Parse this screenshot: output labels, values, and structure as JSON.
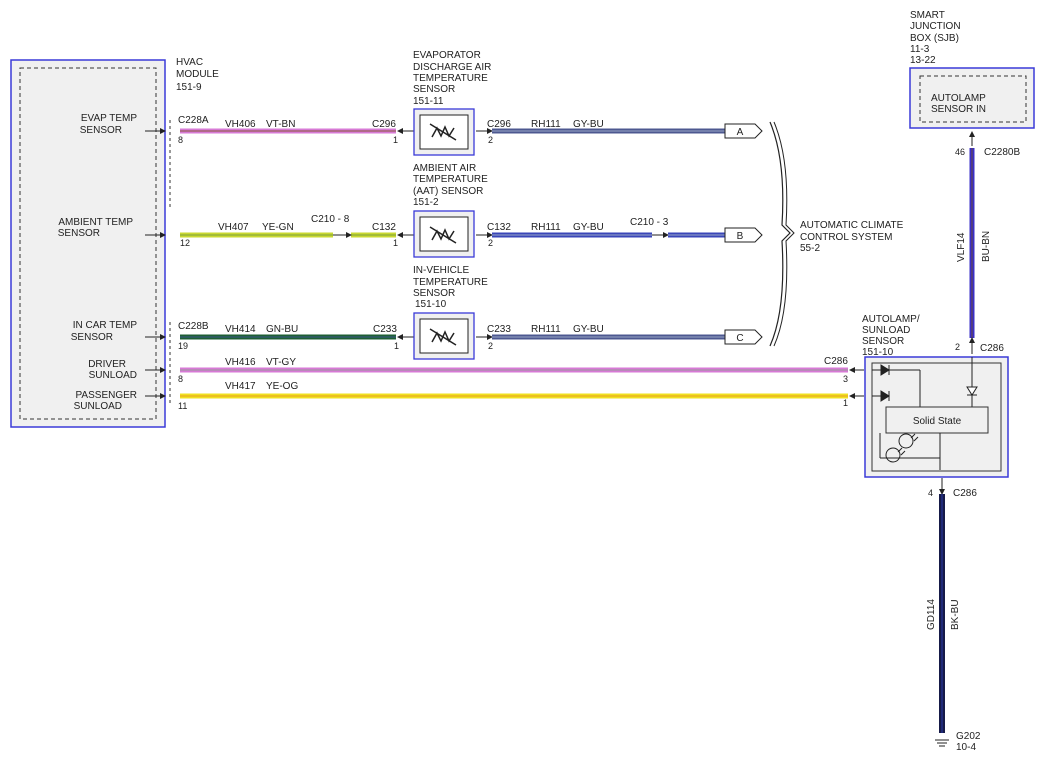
{
  "hvac_module": {
    "title": [
      "HVAC",
      "MODULE",
      "151-9"
    ],
    "inputs": [
      {
        "lines": [
          "EVAP TEMP",
          "SENSOR"
        ]
      },
      {
        "lines": [
          "AMBIENT TEMP",
          "SENSOR"
        ]
      },
      {
        "lines": [
          "IN CAR TEMP",
          "SENSOR"
        ]
      },
      {
        "lines": [
          "DRIVER",
          "SUNLOAD"
        ]
      },
      {
        "lines": [
          "PASSENGER",
          "SUNLOAD"
        ]
      }
    ]
  },
  "sensors": [
    {
      "title": [
        "EVAPORATOR",
        "DISCHARGE AIR",
        "TEMPERATURE",
        "SENSOR",
        "151-11"
      ]
    },
    {
      "title": [
        "AMBIENT AIR",
        "TEMPERATURE",
        "(AAT) SENSOR",
        "151-2"
      ]
    },
    {
      "title": [
        "IN-VEHICLE",
        "TEMPERATURE",
        "SENSOR",
        "151-10"
      ]
    }
  ],
  "wires": {
    "evap_left": {
      "connector": "C228A",
      "pin": "8",
      "circuit": "VH406",
      "color_code": "VT-BN",
      "far_connector": "C296",
      "far_pin": "1"
    },
    "ambient_left": {
      "connector": "",
      "pin": "12",
      "circuit": "VH407",
      "color_code": "YE-GN",
      "inline": "C210 - 8",
      "far_connector": "C132",
      "far_pin": "1"
    },
    "incar_left": {
      "connector": "C228B",
      "pin": "19",
      "circuit": "VH414",
      "color_code": "GN-BU",
      "far_connector": "C233",
      "far_pin": "1"
    },
    "evap_right": {
      "connector": "C296",
      "pin": "2",
      "circuit": "RH111",
      "color_code": "GY-BU",
      "tag": "A"
    },
    "ambient_right": {
      "connector": "C132",
      "pin": "2",
      "circuit": "RH111",
      "color_code": "GY-BU",
      "inline": "C210 - 3",
      "tag": "B"
    },
    "incar_right": {
      "connector": "C233",
      "pin": "2",
      "circuit": "RH111",
      "color_code": "GY-BU",
      "tag": "C"
    },
    "driver": {
      "pin": "8",
      "circuit": "VH416",
      "color_code": "VT-GY",
      "far_connector": "C286",
      "far_pin": "3"
    },
    "passenger": {
      "pin": "11",
      "circuit": "VH417",
      "color_code": "YE-OG",
      "far_pin": "1"
    },
    "autolamp_in": {
      "pin": "46",
      "connector": "C2280B",
      "circuit": "VLF14",
      "color_code": "BU-BN",
      "far_pin": "2",
      "far_connector": "C286"
    },
    "ground": {
      "pin": "4",
      "connector": "C286",
      "circuit": "GD114",
      "color_code": "BK-BU"
    }
  },
  "automatic_climate": {
    "lines": [
      "AUTOMATIC CLIMATE",
      "CONTROL SYSTEM",
      "55-2"
    ]
  },
  "sjb": {
    "title": [
      "SMART",
      "JUNCTION",
      "BOX (SJB)",
      "11-3",
      "13-22"
    ],
    "inner": [
      "AUTOLAMP",
      "SENSOR IN"
    ]
  },
  "autolamp_sensor": {
    "title": [
      "AUTOLAMP/",
      "SUNLOAD",
      "SENSOR",
      "151-10"
    ],
    "solid_state": "Solid State"
  },
  "ground": {
    "lines": [
      "G202",
      "10-4"
    ]
  },
  "colors": {
    "module_border": "#3a3ad8",
    "module_fill": "#f0f0f0",
    "vt_bn": "#d77ad6",
    "ye_gn": "#c9d832",
    "gn_bu": "#1e5f34",
    "gy_bu": "#4d5890",
    "ye_og": "#f0e020",
    "bu_bn": "#3a2fc8",
    "bk_bu": "#161a48"
  }
}
